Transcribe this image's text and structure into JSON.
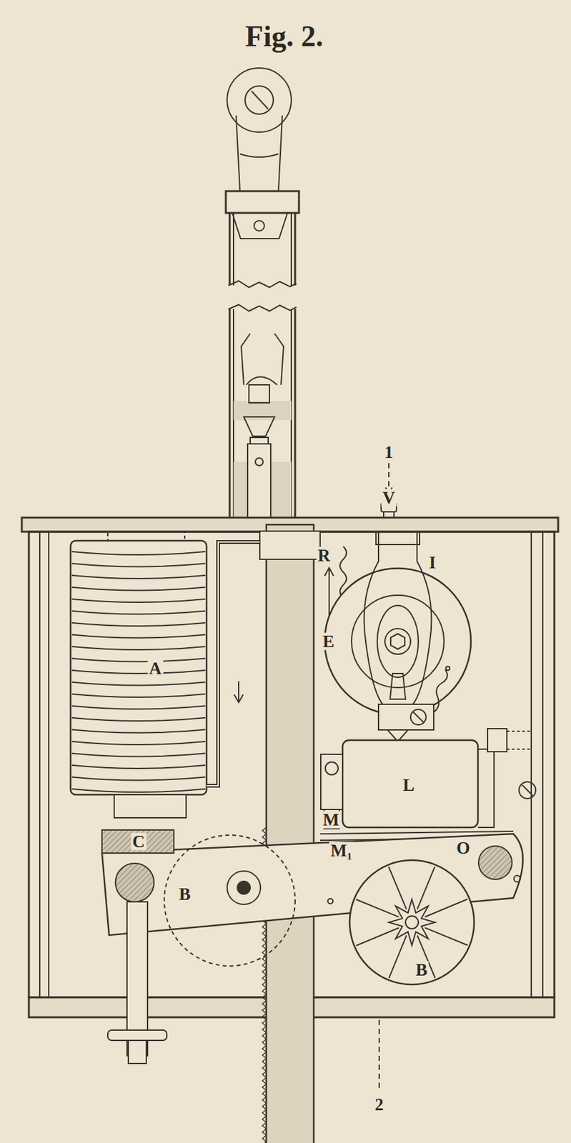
{
  "diagram": {
    "title": "Fig. 2.",
    "labels": [
      "1",
      "V",
      "R",
      "I",
      "E",
      "A",
      "L",
      "M",
      "M₁",
      "O",
      "C",
      "B",
      "B",
      "2"
    ]
  }
}
